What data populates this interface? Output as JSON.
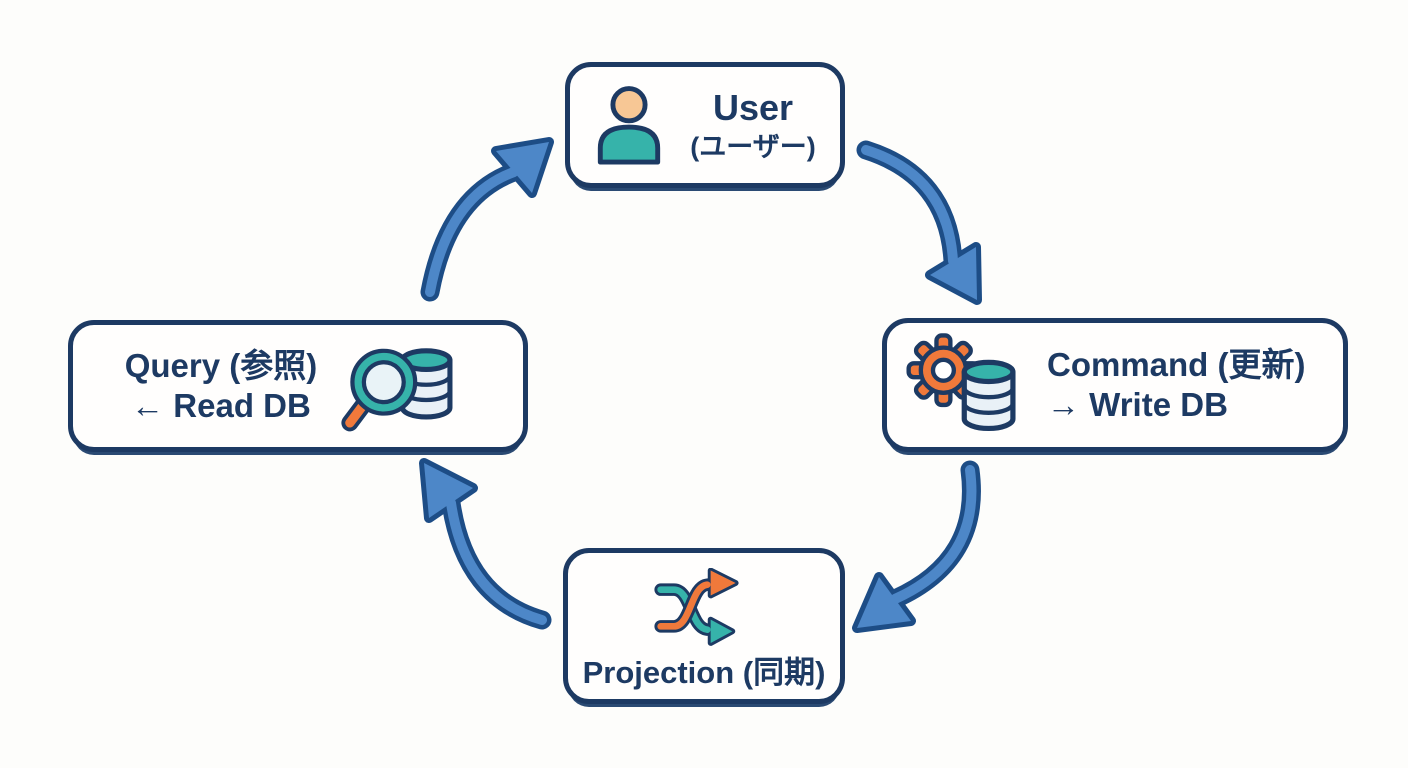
{
  "diagram": {
    "type": "cycle",
    "title": "CQRS cycle diagram",
    "nodes": {
      "user": {
        "title": "User",
        "subtitle": "(ユーザー)",
        "icon": "user-icon"
      },
      "command": {
        "line1": "Command (更新)",
        "line2": "→ Write DB",
        "icon": "gear-database-icon"
      },
      "projection": {
        "title": "Projection (同期)",
        "icon": "shuffle-icon"
      },
      "query": {
        "line1": "Query (参照)",
        "line2": "← Read DB",
        "icon": "magnifier-database-icon"
      }
    },
    "flow": [
      {
        "from": "user",
        "to": "command"
      },
      {
        "from": "command",
        "to": "projection"
      },
      {
        "from": "projection",
        "to": "query"
      },
      {
        "from": "query",
        "to": "user"
      }
    ]
  },
  "colors": {
    "background": "#fdfdfb",
    "navy_outline_text": "#1d3a63",
    "arrow_fill": "#4d87c8",
    "arrow_outline": "#1d4d86",
    "teal": "#36b3aa",
    "orange": "#f0793b",
    "peach_skin": "#f7c795",
    "db_body": "#e9f1f7",
    "box_background": "#fffefd"
  }
}
